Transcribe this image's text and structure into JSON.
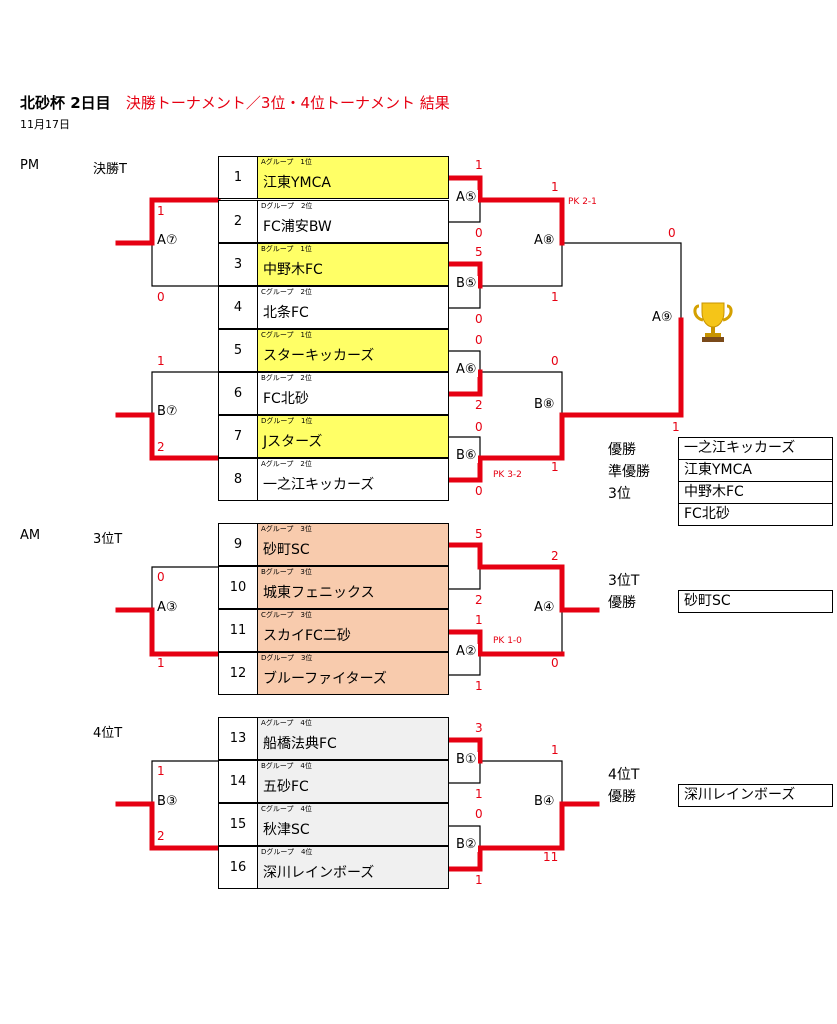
{
  "header": {
    "title": "北砂杯 2日目",
    "subtitle": "決勝トーナメント／3位・4位トーナメント 結果",
    "date": "11月17日"
  },
  "sections": {
    "pm_label": "PM",
    "final_label": "決勝T",
    "am_label": "AM",
    "third_label": "3位T",
    "fourth_label": "4位T"
  },
  "colors": {
    "accent_red": "#e60012",
    "final_winner_fill": "#ffff66",
    "third_fill": "#f8cbad",
    "fourth_fill": "#f0f0f0"
  },
  "teams": [
    {
      "num": "1",
      "group": "Aグループ　1位",
      "name": "江東YMCA"
    },
    {
      "num": "2",
      "group": "Dグループ　2位",
      "name": "FC浦安BW"
    },
    {
      "num": "3",
      "group": "Bグループ　1位",
      "name": "中野木FC"
    },
    {
      "num": "4",
      "group": "Cグループ　2位",
      "name": "北条FC"
    },
    {
      "num": "5",
      "group": "Cグループ　1位",
      "name": "スターキッカーズ"
    },
    {
      "num": "6",
      "group": "Bグループ　2位",
      "name": "FC北砂"
    },
    {
      "num": "7",
      "group": "Dグループ　1位",
      "name": "Jスターズ"
    },
    {
      "num": "8",
      "group": "Aグループ　2位",
      "name": "一之江キッカーズ"
    },
    {
      "num": "9",
      "group": "Aグループ　3位",
      "name": "砂町SC"
    },
    {
      "num": "10",
      "group": "Bグループ　3位",
      "name": "城東フェニックス"
    },
    {
      "num": "11",
      "group": "Cグループ　3位",
      "name": "スカイFC二砂"
    },
    {
      "num": "12",
      "group": "Dグループ　3位",
      "name": "ブルーファイターズ"
    },
    {
      "num": "13",
      "group": "Aグループ　4位",
      "name": "船橋法典FC"
    },
    {
      "num": "14",
      "group": "Bグループ　4位",
      "name": "五砂FC"
    },
    {
      "num": "15",
      "group": "Cグループ　4位",
      "name": "秋津SC"
    },
    {
      "num": "16",
      "group": "Dグループ　4位",
      "name": "深川レインボーズ"
    }
  ],
  "matches": {
    "a5": "A⑤",
    "b5": "B⑤",
    "a6": "A⑥",
    "b6": "B⑥",
    "a7": "A⑦",
    "b7": "B⑦",
    "a8": "A⑧",
    "b8": "B⑧",
    "a9": "A⑨",
    "a3": "A③",
    "a2": "A②",
    "a4": "A④",
    "b1": "B①",
    "b2": "B②",
    "b3": "B③",
    "b4": "B④"
  },
  "scores": {
    "s_t1": "1",
    "s_t2": "0",
    "s_t3": "5",
    "s_t4": "0",
    "s_t5": "0",
    "s_t6": "2",
    "s_t7": "0",
    "s_t8": "0",
    "s_a8_top": "1",
    "s_a8_bot": "1",
    "s_b8_top": "0",
    "s_b8_bot": "1",
    "s_a9_top": "0",
    "s_a9_bot": "1",
    "s_a7_top": "1",
    "s_a7_bot": "0",
    "s_b7_top": "1",
    "s_b7_bot": "2",
    "s_t9": "5",
    "s_t10": "2",
    "s_t11": "1",
    "s_t12": "1",
    "s_a4_top": "2",
    "s_a4_bot": "0",
    "s_a3_top": "0",
    "s_a3_bot": "1",
    "s_t13": "3",
    "s_t14": "1",
    "s_t15": "0",
    "s_t16": "1",
    "s_b4_top": "1",
    "s_b4_bot": "11",
    "s_b3_top": "1",
    "s_b3_bot": "2"
  },
  "pk": {
    "a8": "PK 2-1",
    "b6": "PK 3-2",
    "a2": "PK 1-0"
  },
  "results": {
    "final": {
      "winner_label": "優勝",
      "winner": "一之江キッカーズ",
      "runner_label": "準優勝",
      "runner": "江東YMCA",
      "third_label": "3位",
      "third1": "中野木FC",
      "third2": "FC北砂"
    },
    "third_t": {
      "title": "3位T",
      "winner_label": "優勝",
      "winner": "砂町SC"
    },
    "fourth_t": {
      "title": "4位T",
      "winner_label": "優勝",
      "winner": "深川レインボーズ"
    }
  },
  "icons": {
    "trophy": "trophy-icon"
  }
}
